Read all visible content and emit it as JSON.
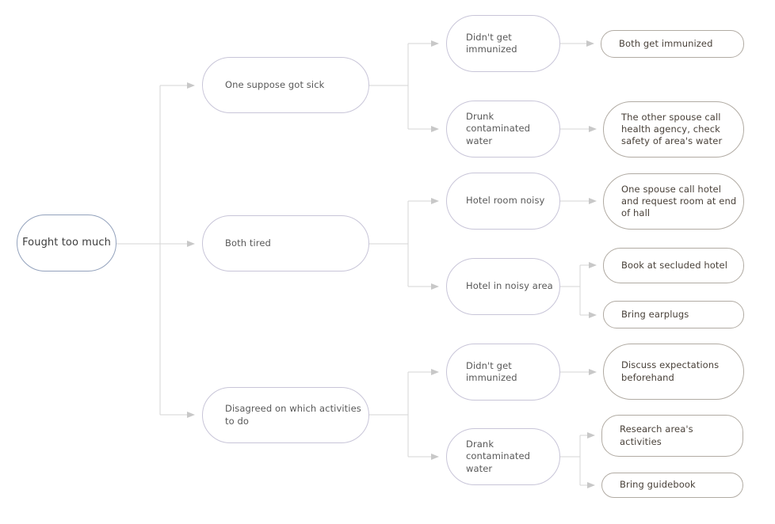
{
  "diagram": {
    "type": "cause-effect-tree",
    "root_label": "Fought too much",
    "nodes": [
      {
        "id": "root",
        "label": "Fought too much"
      },
      {
        "id": "got-sick",
        "label": "One suppose got sick"
      },
      {
        "id": "both-tired",
        "label": "Both tired"
      },
      {
        "id": "disagreed",
        "label": "Disagreed on which activities to do"
      },
      {
        "id": "no-immunize-1",
        "label": "Didn't get immunized"
      },
      {
        "id": "drunk-water",
        "label": "Drunk contaminated water"
      },
      {
        "id": "room-noisy",
        "label": "Hotel room noisy"
      },
      {
        "id": "noisy-area",
        "label": "Hotel in noisy area"
      },
      {
        "id": "no-immunize-2",
        "label": "Didn't get immunized"
      },
      {
        "id": "drank-water",
        "label": "Drank contaminated water"
      },
      {
        "id": "both-immunized",
        "label": "Both get immunized"
      },
      {
        "id": "call-agency",
        "label": "The other spouse call health agency, check safety of area's water"
      },
      {
        "id": "call-hotel",
        "label": "One spouse call hotel and request room at end of hall"
      },
      {
        "id": "secluded-hotel",
        "label": "Book at secluded hotel"
      },
      {
        "id": "earplugs",
        "label": "Bring earplugs"
      },
      {
        "id": "discuss",
        "label": "Discuss expectations beforehand"
      },
      {
        "id": "research",
        "label": "Research area's activities"
      },
      {
        "id": "guidebook",
        "label": "Bring guidebook"
      }
    ],
    "edges": [
      [
        "root",
        "got-sick"
      ],
      [
        "root",
        "both-tired"
      ],
      [
        "root",
        "disagreed"
      ],
      [
        "got-sick",
        "no-immunize-1"
      ],
      [
        "got-sick",
        "drunk-water"
      ],
      [
        "both-tired",
        "room-noisy"
      ],
      [
        "both-tired",
        "noisy-area"
      ],
      [
        "disagreed",
        "no-immunize-2"
      ],
      [
        "disagreed",
        "drank-water"
      ],
      [
        "no-immunize-1",
        "both-immunized"
      ],
      [
        "drunk-water",
        "call-agency"
      ],
      [
        "room-noisy",
        "call-hotel"
      ],
      [
        "noisy-area",
        "secluded-hotel"
      ],
      [
        "noisy-area",
        "earplugs"
      ],
      [
        "no-immunize-2",
        "discuss"
      ],
      [
        "drank-water",
        "research"
      ],
      [
        "drank-water",
        "guidebook"
      ]
    ],
    "colors": {
      "root_border": "#93a2bc",
      "mid_border": "#c8c5d8",
      "leaf_border": "#b1aba3",
      "line": "#d5d5d5",
      "arrow": "#c8c8c8",
      "root_text": "#3c3c3c",
      "mid_text": "#585858",
      "leaf_text": "#494139",
      "background": "#ffffff"
    }
  }
}
